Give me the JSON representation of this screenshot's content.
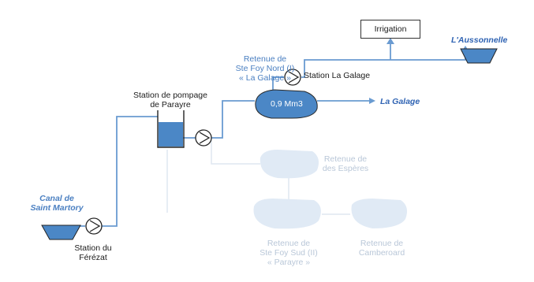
{
  "nodes": {
    "canal": "Canal de\nSaint Martory",
    "station_ferezat": "Station du\nFérézat",
    "station_parayre": "Station de pompage\nde Parayre",
    "retenue_nord": "Retenue de\nSte Foy Nord (I)\n« La Galage »",
    "station_galage": "Station La Galage",
    "irrigation": "Irrigation",
    "aussonnelle": "L'Aussonnelle",
    "volume_nord": "0,9 Mm3",
    "la_galage": "La Galage",
    "retenue_esperes": "Retenue de\ndes Espères",
    "retenue_sud": "Retenue de\nSte Foy Sud (II)\n« Parayre »",
    "retenue_camberoard": "Retenue de\nCamberoard"
  },
  "faint_text": {
    "esperes_volume": "",
    "sud_volume": "",
    "camberoard_volume": "",
    "pipe_label": "",
    "right_note": "",
    "bottom_note": ""
  },
  "colors": {
    "pipe": "#6a9bd1",
    "water": "#4b87c6",
    "faint": "#dde7f3",
    "label_blue": "#4a7fc1",
    "river_blue": "#2f63b3"
  }
}
